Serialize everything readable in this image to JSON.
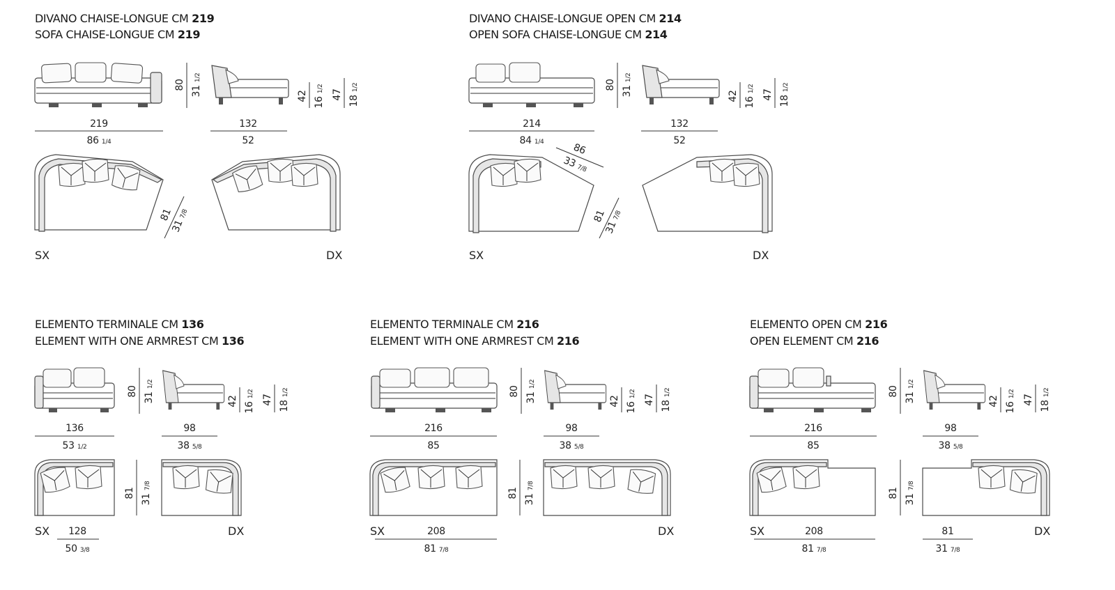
{
  "sections": {
    "s1": {
      "title_it": "DIVANO CHAISE-LONGUE CM ",
      "title_it_num": "219",
      "title_en": "SOFA CHAISE-LONGUE CM ",
      "title_en_num": "219",
      "front_width_cm": "219",
      "front_width_in": "86",
      "front_width_in_frac": "1/4",
      "height_cm": "80",
      "height_in": "31",
      "height_in_frac": "1/2",
      "side_depth_cm": "132",
      "side_depth_in": "52",
      "seat_h_cm": "42",
      "seat_h_in": "16",
      "seat_h_in_frac": "1/2",
      "arm_h_cm": "47",
      "arm_h_in": "18",
      "arm_h_in_frac": "1/2",
      "plan_depth_cm": "81",
      "plan_depth_in": "31",
      "plan_depth_in_frac": "7/8",
      "left": "SX",
      "right": "DX"
    },
    "s2": {
      "title_it": "DIVANO CHAISE-LONGUE OPEN CM ",
      "title_it_num": "214",
      "title_en": "OPEN SOFA CHAISE-LONGUE CM ",
      "title_en_num": "214",
      "front_width_cm": "214",
      "front_width_in": "84",
      "front_width_in_frac": "1/4",
      "height_cm": "80",
      "height_in": "31",
      "height_in_frac": "1/2",
      "side_depth_cm": "132",
      "side_depth_in": "52",
      "seat_h_cm": "42",
      "seat_h_in": "16",
      "seat_h_in_frac": "1/2",
      "arm_h_cm": "47",
      "arm_h_in": "18",
      "arm_h_in_frac": "1/2",
      "diag_cm": "86",
      "diag_in": "33",
      "diag_in_frac": "7/8",
      "plan_depth_cm": "81",
      "plan_depth_in": "31",
      "plan_depth_in_frac": "7/8",
      "left": "SX",
      "right": "DX"
    },
    "s3": {
      "title_it": "ELEMENTO TERMINALE CM ",
      "title_it_num": "136",
      "title_en": "ELEMENT WITH ONE ARMREST CM ",
      "title_en_num": "136",
      "front_width_cm": "136",
      "front_width_in": "53",
      "front_width_in_frac": "1/2",
      "height_cm": "80",
      "height_in": "31",
      "height_in_frac": "1/2",
      "side_depth_cm": "98",
      "side_depth_in": "38",
      "side_depth_in_frac": "5/8",
      "seat_h_cm": "42",
      "seat_h_in": "16",
      "seat_h_in_frac": "1/2",
      "arm_h_cm": "47",
      "arm_h_in": "18",
      "arm_h_in_frac": "1/2",
      "plan_depth_cm": "81",
      "plan_depth_in": "31",
      "plan_depth_in_frac": "7/8",
      "plan_width_cm": "128",
      "plan_width_in": "50",
      "plan_width_in_frac": "3/8",
      "left": "SX",
      "right": "DX"
    },
    "s4": {
      "title_it": "ELEMENTO TERMINALE CM ",
      "title_it_num": "216",
      "title_en": "ELEMENT WITH ONE ARMREST CM ",
      "title_en_num": "216",
      "front_width_cm": "216",
      "front_width_in": "85",
      "height_cm": "80",
      "height_in": "31",
      "height_in_frac": "1/2",
      "side_depth_cm": "98",
      "side_depth_in": "38",
      "side_depth_in_frac": "5/8",
      "seat_h_cm": "42",
      "seat_h_in": "16",
      "seat_h_in_frac": "1/2",
      "arm_h_cm": "47",
      "arm_h_in": "18",
      "arm_h_in_frac": "1/2",
      "plan_depth_cm": "81",
      "plan_depth_in": "31",
      "plan_depth_in_frac": "7/8",
      "plan_width_cm": "208",
      "plan_width_in": "81",
      "plan_width_in_frac": "7/8",
      "left": "SX",
      "right": "DX"
    },
    "s5": {
      "title_it": "ELEMENTO OPEN CM ",
      "title_it_num": "216",
      "title_en": "OPEN ELEMENT CM ",
      "title_en_num": "216",
      "front_width_cm": "216",
      "front_width_in": "85",
      "height_cm": "80",
      "height_in": "31",
      "height_in_frac": "1/2",
      "side_depth_cm": "98",
      "side_depth_in": "38",
      "side_depth_in_frac": "5/8",
      "seat_h_cm": "42",
      "seat_h_in": "16",
      "seat_h_in_frac": "1/2",
      "arm_h_cm": "47",
      "arm_h_in": "18",
      "arm_h_in_frac": "1/2",
      "plan_depth_cm": "81",
      "plan_depth_in": "31",
      "plan_depth_in_frac": "7/8",
      "plan_width_cm": "208",
      "plan_width_in": "81",
      "plan_width_in_frac": "7/8",
      "plan_width2_cm": "81",
      "plan_width2_in": "31",
      "plan_width2_in_frac": "7/8",
      "left": "SX",
      "right": "DX"
    }
  }
}
